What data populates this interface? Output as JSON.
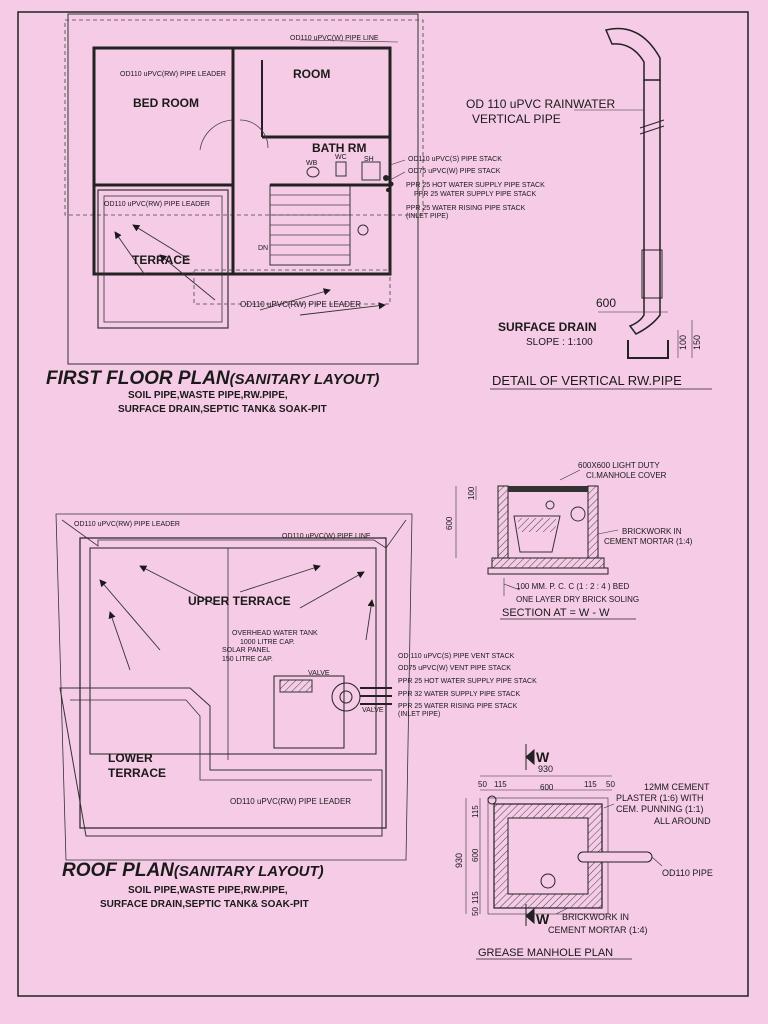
{
  "first_floor": {
    "title": "FIRST FLOOR PLAN",
    "title_suffix": "(SANITARY LAYOUT)",
    "subtitle_1": "SOIL PIPE,WASTE PIPE,RW.PIPE,",
    "subtitle_2": "SURFACE DRAIN,SEPTIC TANK& SOAK-PIT",
    "rooms": {
      "bed_room": "BED ROOM",
      "room": "ROOM",
      "bath_rm": "BATH RM",
      "terrace": "TERRACE"
    },
    "fixtures": {
      "wb": "WB",
      "wc": "WC",
      "sh": "SH",
      "dn": "DN"
    },
    "labels": {
      "w_pipe_line": "OD110 uPVC(W) PIPE LINE",
      "rw_leader_top": "OD110 uPVC(RW) PIPE LEADER",
      "rw_leader_mid": "OD110 uPVC(RW) PIPE LEADER",
      "rw_leader_bottom": "OD110 uPVC(RW) PIPE LEADER",
      "s_stack": "OD110 uPVC(S) PIPE STACK",
      "w_stack": "OD75 uPVC(W) PIPE STACK",
      "hot_stack": "PPR 25 HOT WATER SUPPLY PIPE STACK",
      "supply_stack": "PPR 25 WATER SUPPLY PIPE STACK",
      "rising_stack": "PPR 25 WATER RISING PIPE STACK",
      "inlet": "(INLET PIPE)"
    }
  },
  "rw_detail": {
    "title": "DETAIL OF VERTICAL RW.PIPE",
    "pipe_label_1": "OD 110 uPVC RAINWATER",
    "pipe_label_2": "VERTICAL PIPE",
    "drain_label": "SURFACE DRAIN",
    "slope": "SLOPE : 1:100",
    "dim_600": "600",
    "dim_100": "100",
    "dim_150": "150"
  },
  "section": {
    "title": "SECTION  AT = W - W",
    "cover_1": "600X600 LIGHT DUTY",
    "cover_2": "CI.MANHOLE COVER",
    "brick_1": "BRICKWORK IN",
    "brick_2": "CEMENT MORTAR (1:4)",
    "pcc": "100 MM. P. C. C (1 : 2 : 4 )  BED",
    "soling": "ONE LAYER DRY BRICK SOLING",
    "dim_100": "100",
    "dim_600": "600"
  },
  "roof": {
    "title": "ROOF PLAN",
    "title_suffix": "(SANITARY LAYOUT)",
    "subtitle_1": "SOIL PIPE,WASTE PIPE,RW.PIPE,",
    "subtitle_2": "SURFACE DRAIN,SEPTIC TANK& SOAK-PIT",
    "upper_terrace": "UPPER TERRACE",
    "lower_terrace_1": "LOWER",
    "lower_terrace_2": "TERRACE",
    "tank_1": "OVERHEAD WATER TANK",
    "tank_2": "1000 LITRE CAP.",
    "solar_1": "SOLAR PANEL",
    "solar_2": "150 LITRE CAP.",
    "valve_1": "VALVE",
    "valve_2": "VALVE",
    "labels": {
      "rw_leader_top": "OD110 uPVC(RW) PIPE LEADER",
      "w_pipe_line": "OD110 uPVC(W) PIPE LINE",
      "rw_leader_bottom": "OD110 uPVC(RW) PIPE LEADER",
      "s_vent": "OD 110 uPVC(S) PIPE VENT STACK",
      "w_vent": "OD75 uPVC(W) VENT PIPE STACK",
      "hot_stack": "PPR 25 HOT WATER SUPPLY PIPE STACK",
      "supply_stack": "PPR 32 WATER SUPPLY PIPE STACK",
      "rising_stack": "PPR 25 WATER RISING PIPE STACK",
      "inlet": "(INLET PIPE)"
    }
  },
  "grease": {
    "title": "GREASE MANHOLE PLAN",
    "w_mark": "W",
    "dim_930_top": "930",
    "dim_50_l": "50",
    "dim_115_l": "115",
    "dim_600_top": "600",
    "dim_115_r": "115",
    "dim_50_r": "50",
    "dim_930_left": "930",
    "dim_115_v1": "115",
    "dim_600_v": "600",
    "dim_115_v2": "115",
    "dim_50_v": "50",
    "plaster_1": "12MM CEMENT",
    "plaster_2": "PLASTER (1:6) WITH",
    "plaster_3": "CEM. PUNNING (1:1)",
    "plaster_4": "ALL AROUND",
    "pipe": "OD110 PIPE",
    "brick_1": "BRICKWORK IN",
    "brick_2": "CEMENT MORTAR (1:4)"
  }
}
